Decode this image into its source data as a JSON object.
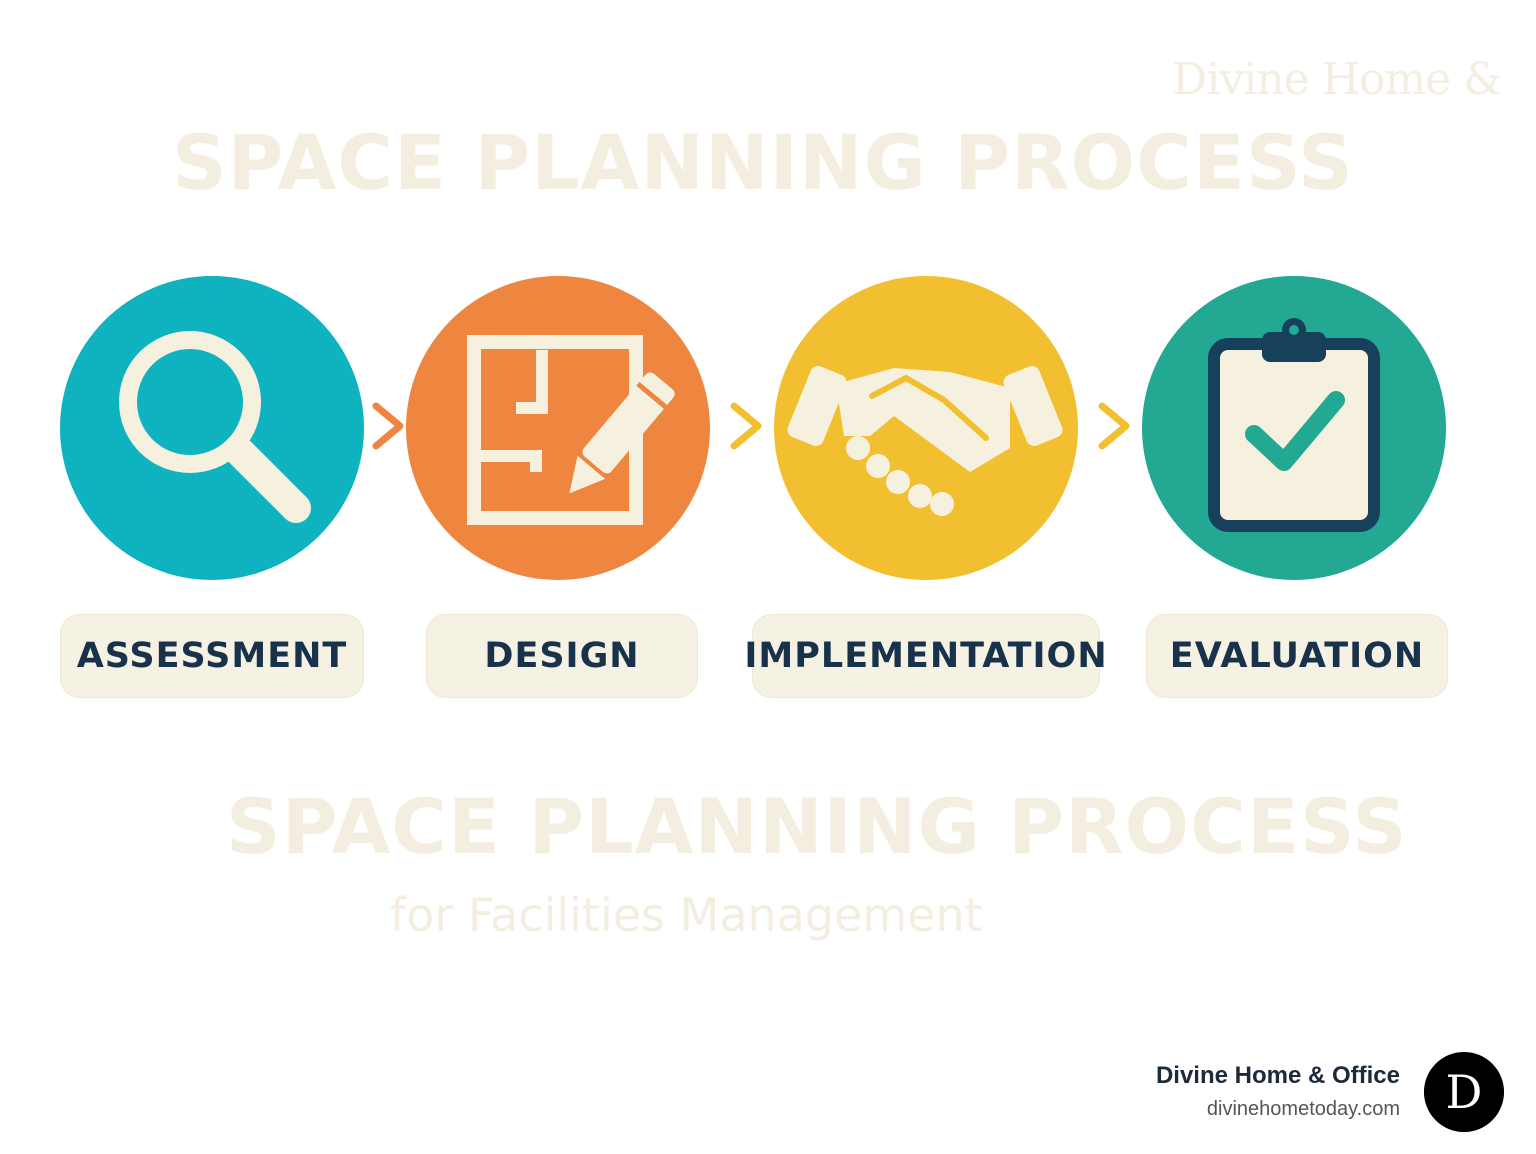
{
  "header": {
    "brand_ghost": "Divine Home &",
    "title_ghost": "SPACE PLANNING PROCESS"
  },
  "steps": [
    {
      "label": "ASSESSMENT",
      "icon": "magnifier-icon",
      "color": "#0fb3c0"
    },
    {
      "label": "DESIGN",
      "icon": "floorplan-pencil-icon",
      "color": "#ef8640"
    },
    {
      "label": "IMPLEMENTATION",
      "icon": "handshake-icon",
      "color": "#f2bf30"
    },
    {
      "label": "EVALUATION",
      "icon": "clipboard-check-icon",
      "color": "#23a893"
    }
  ],
  "footer_ghost": {
    "title": "SPACE PLANNING PROCESS",
    "subtitle": "for Facilities Management"
  },
  "footer": {
    "brand_name": "Divine Home & Office",
    "url": "divinehometoday.com",
    "logo_letter": "D"
  },
  "colors": {
    "cream": "#f6f1df",
    "navy": "#17324a",
    "orange_chevron": "#ef8640",
    "yellow_chevron": "#f2bf30"
  }
}
